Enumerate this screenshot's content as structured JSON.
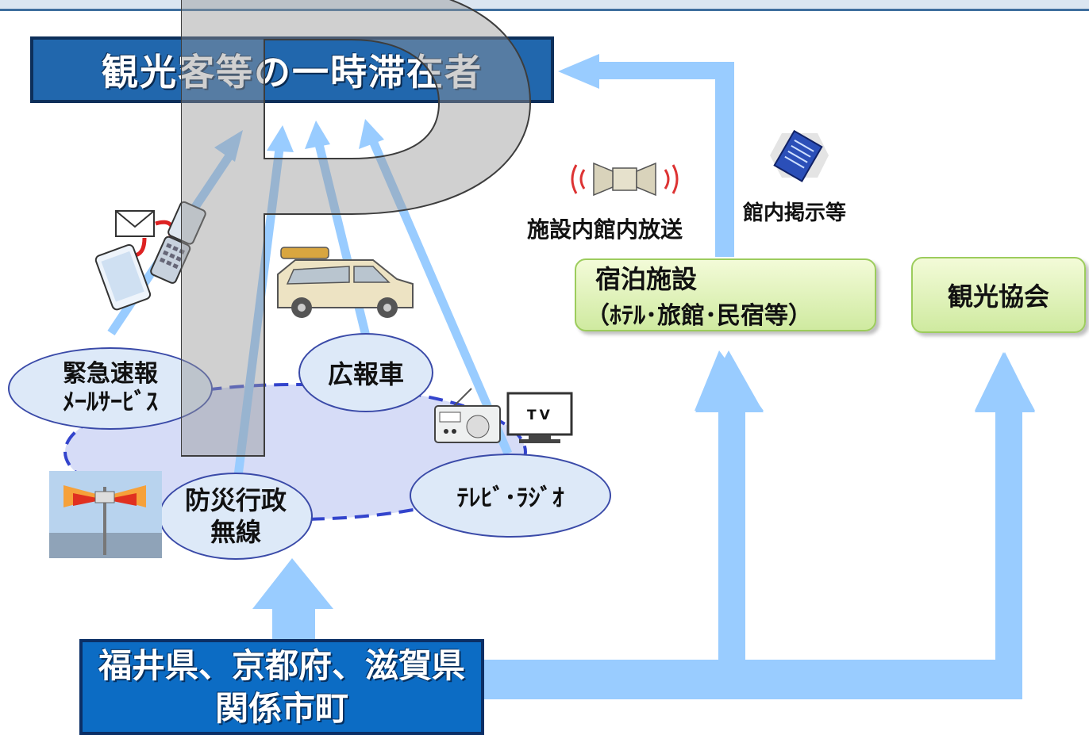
{
  "header": {
    "title": "",
    "bar_color": "#3f6f9e"
  },
  "target": {
    "label": "観光客等の一時滞在者"
  },
  "source": {
    "line1": "福井県、京都府、滋賀県",
    "line2": "関係市町"
  },
  "facilities": {
    "lodging": {
      "line1": "宿泊施設",
      "line2": "（ﾎﾃﾙ･旅館･民宿等）"
    },
    "tourism_assoc": {
      "label": "観光協会"
    }
  },
  "channels": {
    "email": {
      "line1": "緊急速報",
      "line2": "ﾒｰﾙｻｰﾋﾞｽ"
    },
    "pr_vehicle": {
      "label": "広報車"
    },
    "disaster_radio": {
      "line1": "防災行政",
      "line2": "無線"
    },
    "tv_radio": {
      "label": "ﾃﾚﾋﾞ･ﾗｼﾞｵ"
    }
  },
  "icon_labels": {
    "broadcast": "施設内館内放送",
    "notice": "館内掲示等",
    "tv": "TV"
  },
  "icons": [
    "envelope-icon",
    "phone-icon",
    "tablet-icon",
    "megaphone-car-icon",
    "loudspeaker-icon",
    "notice-board-icon",
    "radio-icon",
    "tv-icon",
    "siren-tower-icon"
  ],
  "colors": {
    "arrow": "#99ccff",
    "title_bg": "#2167ad",
    "source_bg": "#0c6cc4",
    "green": "#d6eea8",
    "ellipse": "#dde9f8"
  }
}
